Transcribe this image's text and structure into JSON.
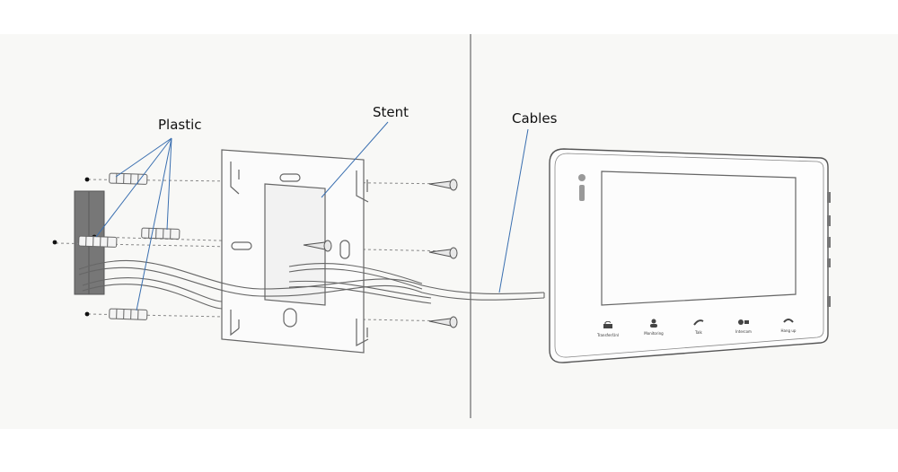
{
  "labels": {
    "plastic": "Plastic",
    "stent": "Stent",
    "cables": "Cables"
  },
  "monitor": {
    "buttons": [
      {
        "icon": "unlock-icon",
        "label": "Transfer/Unl"
      },
      {
        "icon": "user-icon",
        "label": "Monitoring"
      },
      {
        "icon": "phone-icon",
        "label": "Talk"
      },
      {
        "icon": "intercom-icon",
        "label": "Intercom"
      },
      {
        "icon": "hangup-icon",
        "label": "Hang up"
      }
    ]
  },
  "colors": {
    "leader_line": "#3a6fb0",
    "line_art": "#555555",
    "block": "#777777"
  }
}
